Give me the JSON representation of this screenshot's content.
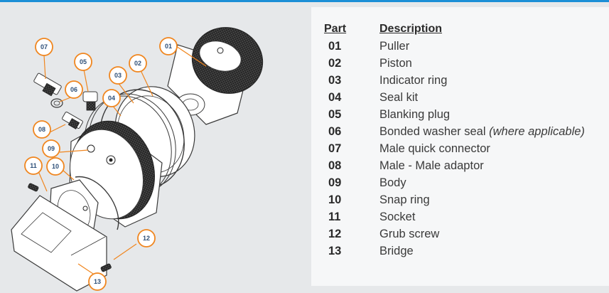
{
  "parts_table": {
    "header_part": "Part",
    "header_description": "Description",
    "rows": [
      {
        "part": "01",
        "description": "Puller",
        "note": ""
      },
      {
        "part": "02",
        "description": "Piston",
        "note": ""
      },
      {
        "part": "03",
        "description": "Indicator ring",
        "note": ""
      },
      {
        "part": "04",
        "description": "Seal kit",
        "note": ""
      },
      {
        "part": "05",
        "description": "Blanking plug",
        "note": ""
      },
      {
        "part": "06",
        "description": "Bonded washer seal",
        "note": "(where applicable)"
      },
      {
        "part": "07",
        "description": "Male quick connector",
        "note": ""
      },
      {
        "part": "08",
        "description": "Male - Male adaptor",
        "note": ""
      },
      {
        "part": "09",
        "description": "Body",
        "note": ""
      },
      {
        "part": "10",
        "description": "Snap ring",
        "note": ""
      },
      {
        "part": "11",
        "description": "Socket",
        "note": ""
      },
      {
        "part": "12",
        "description": "Grub screw",
        "note": ""
      },
      {
        "part": "13",
        "description": "Bridge",
        "note": ""
      }
    ]
  },
  "diagram": {
    "callouts": [
      {
        "id": "01",
        "label": "01"
      },
      {
        "id": "02",
        "label": "02"
      },
      {
        "id": "03",
        "label": "03"
      },
      {
        "id": "04",
        "label": "04"
      },
      {
        "id": "05",
        "label": "05"
      },
      {
        "id": "06",
        "label": "06"
      },
      {
        "id": "07",
        "label": "07"
      },
      {
        "id": "08",
        "label": "08"
      },
      {
        "id": "09",
        "label": "09"
      },
      {
        "id": "10",
        "label": "10"
      },
      {
        "id": "11",
        "label": "11"
      },
      {
        "id": "12",
        "label": "12"
      },
      {
        "id": "13",
        "label": "13"
      }
    ]
  },
  "colors": {
    "callout_ring": "#f0861f",
    "callout_text": "#2d4f78",
    "top_accent": "#1c8fd6",
    "page_background": "#e6e8ea",
    "panel_background": "#f6f7f8"
  }
}
